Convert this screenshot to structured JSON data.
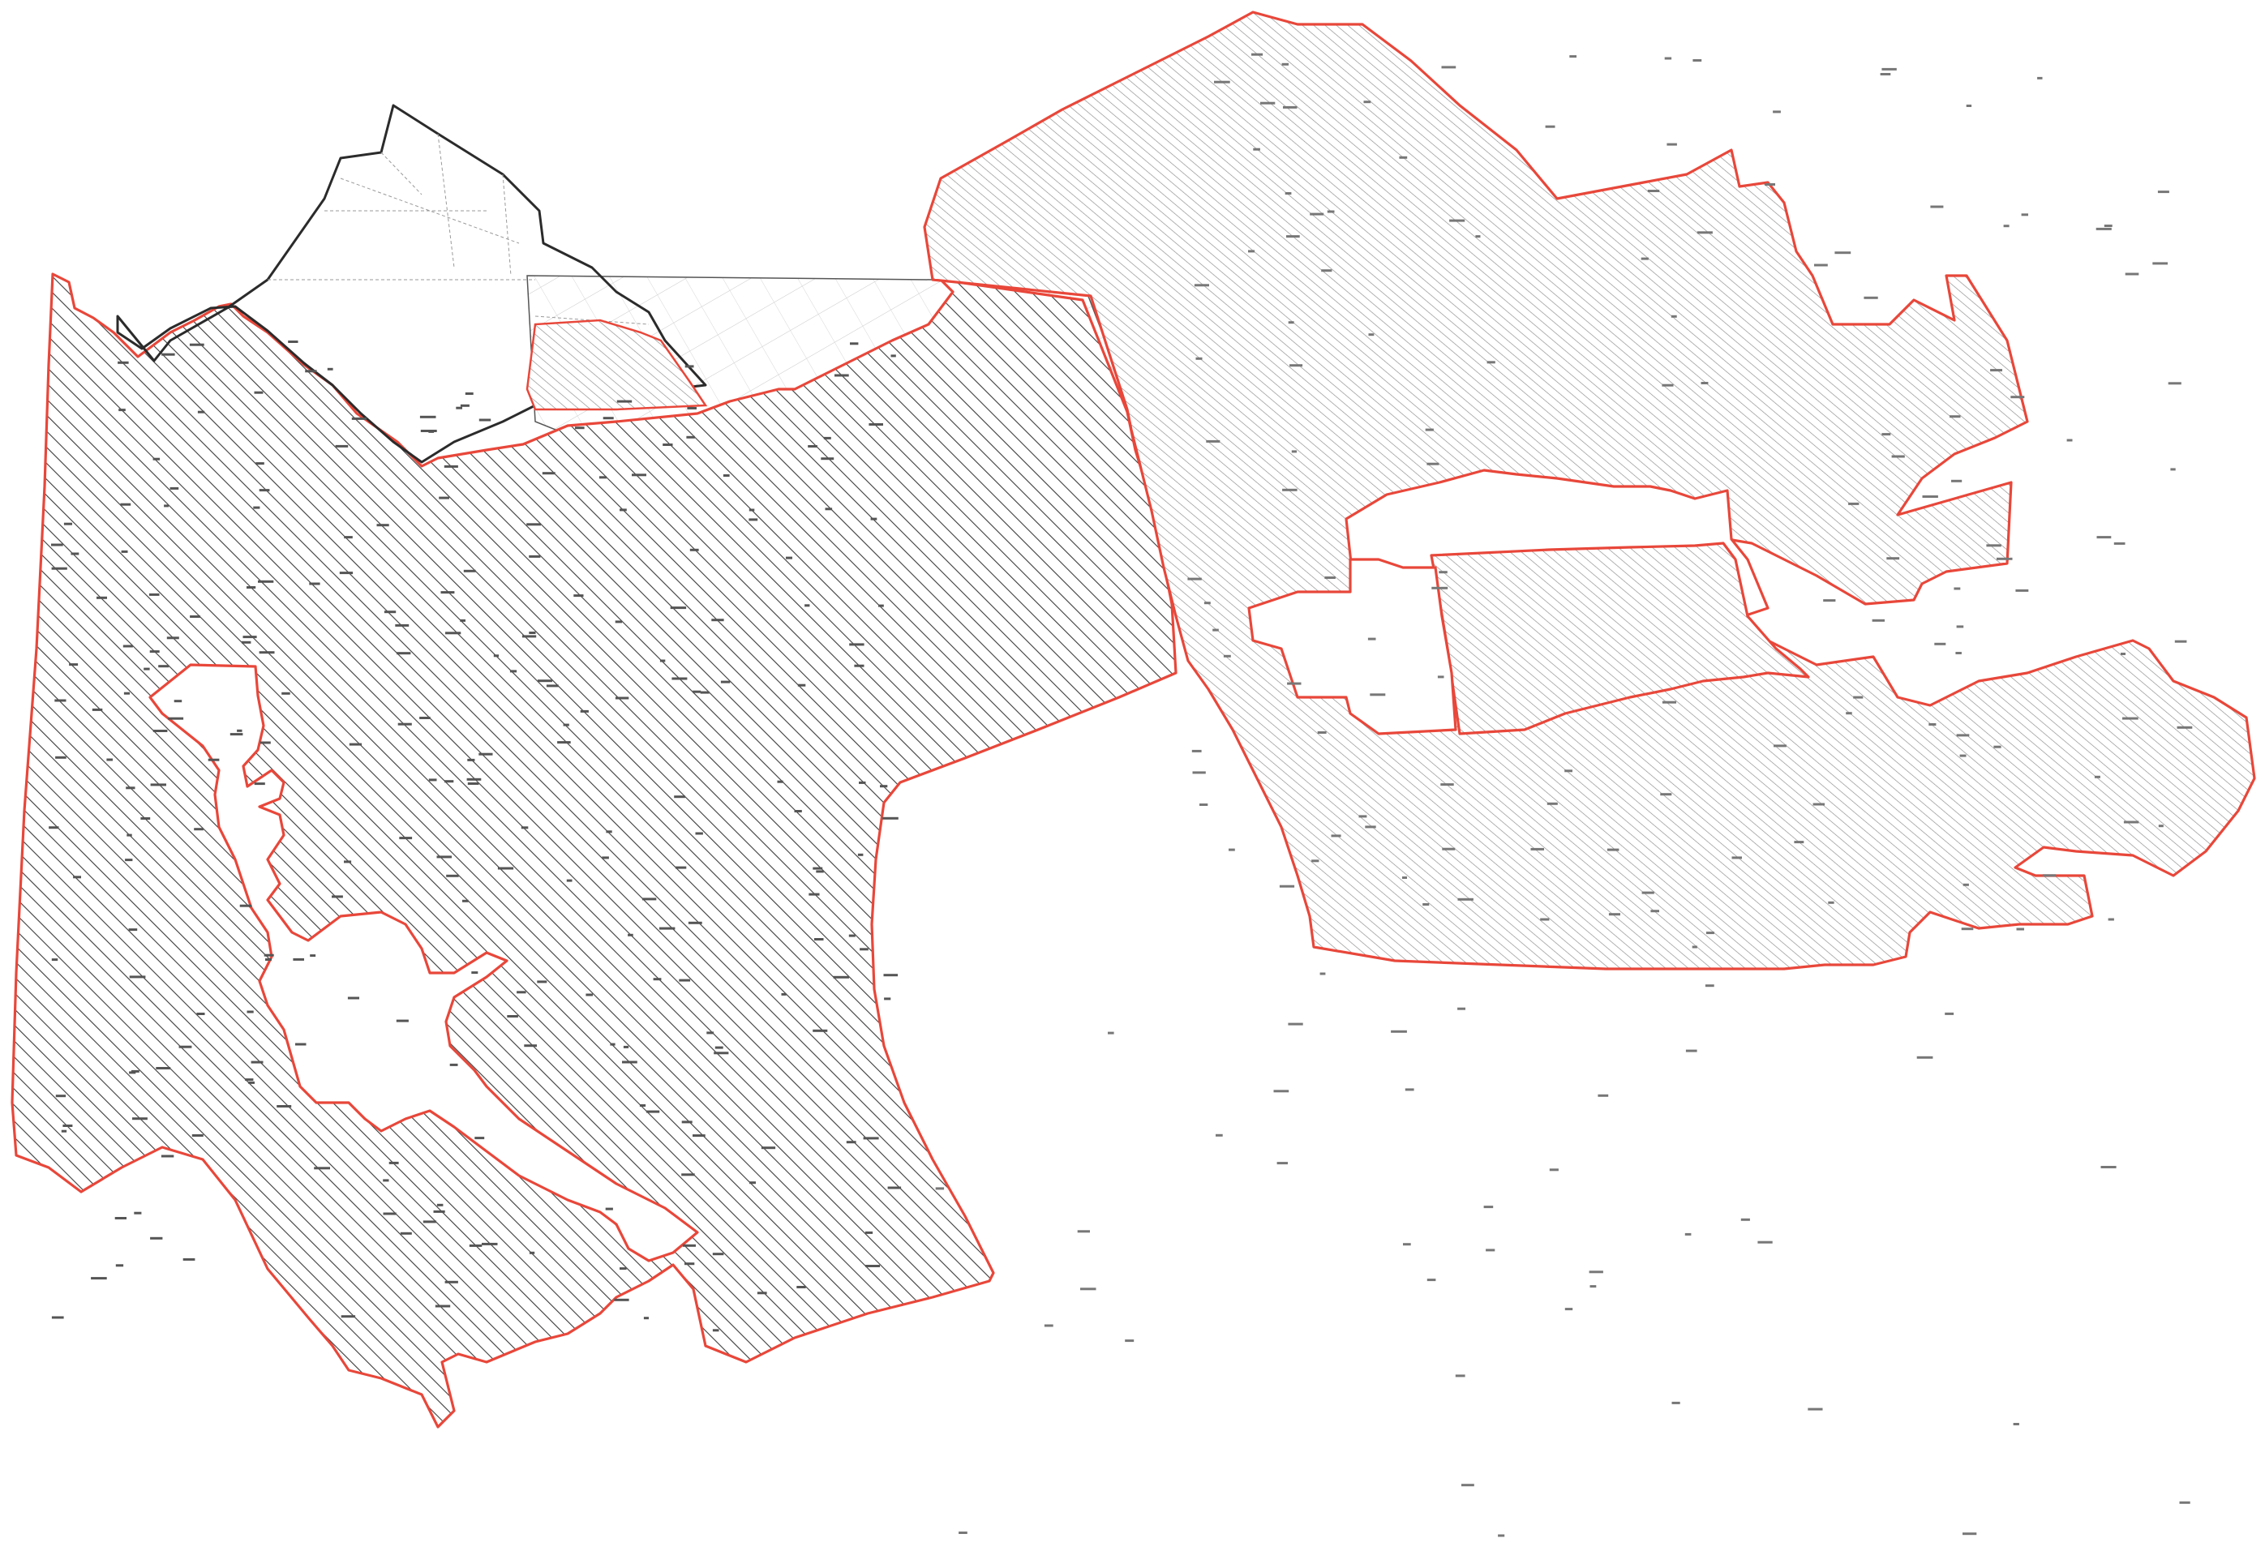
{
  "map": {
    "colors": {
      "boundary": "#e8473a",
      "hatch_dark": "#3b3b3b",
      "hatch_light": "#8a8a8a",
      "outline_black": "#2b2b2b",
      "background": "#ffffff"
    },
    "zones": [
      {
        "id": "west-zone",
        "style": "dark-hatch"
      },
      {
        "id": "east-zone",
        "style": "light-hatch"
      }
    ],
    "interior_hole": {
      "style": "light-hatch"
    },
    "parcel_labels_legible": false
  }
}
